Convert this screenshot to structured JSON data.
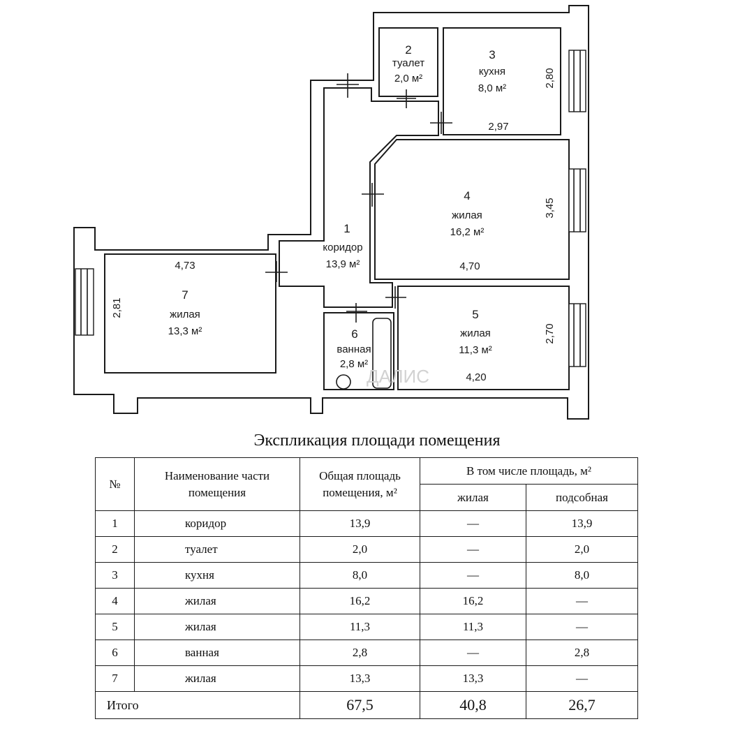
{
  "plan": {
    "rooms": [
      {
        "num": "1",
        "name": "коридор",
        "area": "13,9 м²"
      },
      {
        "num": "2",
        "name": "туалет",
        "area": "2,0 м²"
      },
      {
        "num": "3",
        "name": "кухня",
        "area": "8,0 м²"
      },
      {
        "num": "4",
        "name": "жилая",
        "area": "16,2 м²"
      },
      {
        "num": "5",
        "name": "жилая",
        "area": "11,3 м²"
      },
      {
        "num": "6",
        "name": "ванная",
        "area": "2,8 м²"
      },
      {
        "num": "7",
        "name": "жилая",
        "area": "13,3 м²"
      }
    ],
    "dimensions": {
      "kitchen_height": "2,80",
      "kitchen_width": "2,97",
      "room4_height": "3,45",
      "room4_width": "4,70",
      "room5_height": "2,70",
      "room5_width": "4,20",
      "room7_width": "4,73",
      "room7_height": "2,81"
    },
    "watermark": "ДАЛИС"
  },
  "table": {
    "title": "Экспликация площади помещения",
    "headers": {
      "num": "№",
      "name": "Наименование части помещения",
      "total": "Общая площадь помещения, м²",
      "including": "В том числе площадь, м²",
      "living": "жилая",
      "auxiliary": "подсобная"
    },
    "rows": [
      {
        "num": "1",
        "name": "коридор",
        "total": "13,9",
        "living": "—",
        "aux": "13,9"
      },
      {
        "num": "2",
        "name": "туалет",
        "total": "2,0",
        "living": "—",
        "aux": "2,0"
      },
      {
        "num": "3",
        "name": "кухня",
        "total": "8,0",
        "living": "—",
        "aux": "8,0"
      },
      {
        "num": "4",
        "name": "жилая",
        "total": "16,2",
        "living": "16,2",
        "aux": "—"
      },
      {
        "num": "5",
        "name": "жилая",
        "total": "11,3",
        "living": "11,3",
        "aux": "—"
      },
      {
        "num": "6",
        "name": "ванная",
        "total": "2,8",
        "living": "—",
        "aux": "2,8"
      },
      {
        "num": "7",
        "name": "жилая",
        "total": "13,3",
        "living": "13,3",
        "aux": "—"
      }
    ],
    "totals": {
      "label": "Итого",
      "total": "67,5",
      "living": "40,8",
      "aux": "26,7"
    }
  }
}
